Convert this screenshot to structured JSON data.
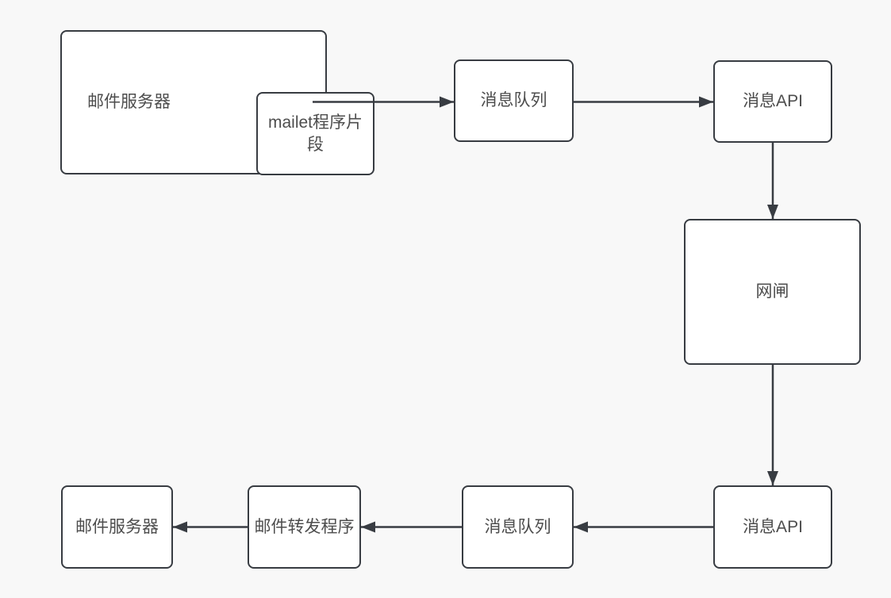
{
  "diagram": {
    "type": "flowchart",
    "colors": {
      "background": "#f8f8f8",
      "node_fill": "#ffffff",
      "stroke": "#383c42",
      "text": "#4d4d4d"
    },
    "nodes": {
      "mail_server_source": {
        "label": "邮件服务器"
      },
      "mailet": {
        "label": "mailet程序片段"
      },
      "mq_top": {
        "label": "消息队列"
      },
      "api_top": {
        "label": "消息API"
      },
      "gatekeeper": {
        "label": "网闸"
      },
      "api_bottom": {
        "label": "消息API"
      },
      "mq_bottom": {
        "label": "消息队列"
      },
      "forwarder": {
        "label": "邮件转发程序"
      },
      "mail_server_dest": {
        "label": "邮件服务器"
      }
    },
    "edges": [
      {
        "from": "mailet",
        "to": "mq_top"
      },
      {
        "from": "mq_top",
        "to": "api_top"
      },
      {
        "from": "api_top",
        "to": "gatekeeper"
      },
      {
        "from": "gatekeeper",
        "to": "api_bottom"
      },
      {
        "from": "api_bottom",
        "to": "mq_bottom"
      },
      {
        "from": "mq_bottom",
        "to": "forwarder"
      },
      {
        "from": "forwarder",
        "to": "mail_server_dest"
      }
    ]
  }
}
